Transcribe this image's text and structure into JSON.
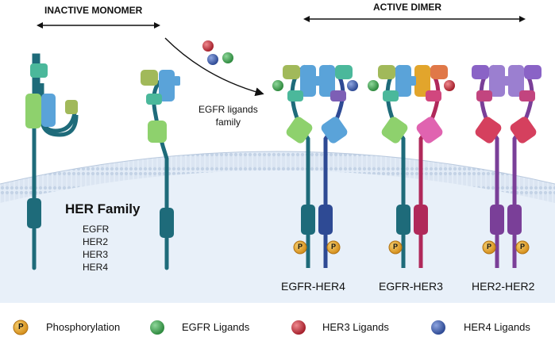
{
  "headers": {
    "inactive": "INACTIVE MONOMER",
    "active": "ACTIVE DIMER"
  },
  "ligand_note": {
    "line1": "EGFR ligands",
    "line2": "family"
  },
  "her_family": {
    "title": "HER Family",
    "members": [
      "EGFR",
      "HER2",
      "HER3",
      "HER4"
    ]
  },
  "dimers": [
    {
      "name": "EGFR-HER4"
    },
    {
      "name": "EGFR-HER3"
    },
    {
      "name": "HER2-HER2"
    }
  ],
  "phospho_symbol": "P",
  "legend": [
    {
      "label": "Phosphorylation",
      "icon": "phosphate-icon",
      "color": "#e2a52c"
    },
    {
      "label": "EGFR Ligands",
      "icon": "egfr-ligand-icon",
      "color": "#3d9a4e"
    },
    {
      "label": "HER3 Ligands",
      "icon": "her3-ligand-icon",
      "color": "#c0323c"
    },
    {
      "label": "HER4 Ligands",
      "icon": "her4-ligand-icon",
      "color": "#3c5aa8"
    }
  ],
  "colors": {
    "egfr_stalk": "#1e6b7a",
    "her3_stalk": "#b0295a",
    "her2_stalk": "#7a3f98",
    "membrane": "#dbe6f4",
    "cytoplasm": "#e8f0f9"
  }
}
